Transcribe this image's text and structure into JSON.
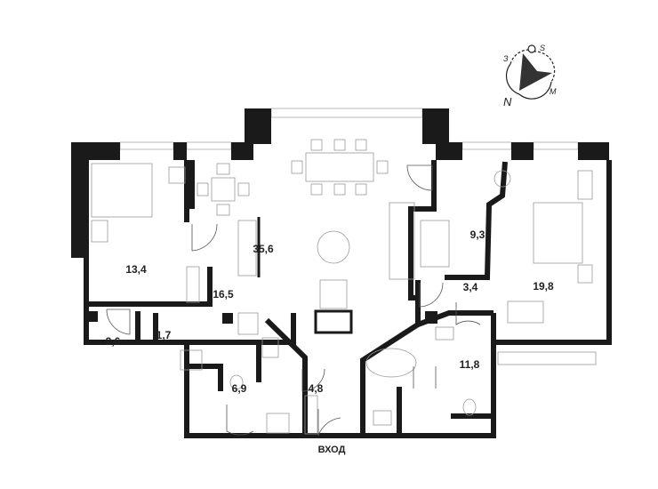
{
  "rooms": [
    {
      "id": "bedroom-left",
      "area": "13,4"
    },
    {
      "id": "living-room",
      "area": "35,6"
    },
    {
      "id": "kitchen",
      "area": "16,5"
    },
    {
      "id": "study",
      "area": "9,3"
    },
    {
      "id": "bedroom-right",
      "area": "19,8"
    },
    {
      "id": "corridor-right",
      "area": "3,4"
    },
    {
      "id": "closet-left",
      "area": "2,6"
    },
    {
      "id": "storage",
      "area": "1,7"
    },
    {
      "id": "bathroom-left",
      "area": "6,9"
    },
    {
      "id": "hall",
      "area": "4,8"
    },
    {
      "id": "bathroom-right",
      "area": "11,8"
    }
  ],
  "entrance_label": "ВХОД",
  "compass": {
    "north": "N",
    "south": "S",
    "east": "З",
    "west": "M"
  }
}
